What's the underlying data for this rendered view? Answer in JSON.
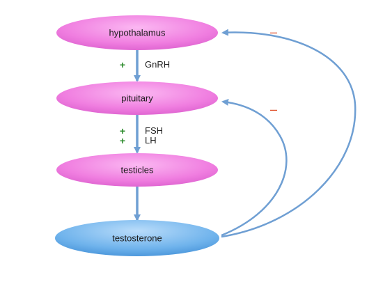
{
  "nodes": {
    "hypothalamus": "hypothalamus",
    "pituitary": "pituitary",
    "testicles": "testicles",
    "testosterone": "testosterone"
  },
  "edges": {
    "gnrh": "GnRH",
    "fsh": "FSH",
    "lh": "LH"
  },
  "signs": {
    "plus": "+",
    "minus": "–"
  },
  "colors": {
    "gland_fill": "#f07ee0",
    "hormone_fill": "#6fb3ec",
    "arrow": "#6f9fd3",
    "plus": "#2a8a2a",
    "minus": "#e0502a"
  }
}
